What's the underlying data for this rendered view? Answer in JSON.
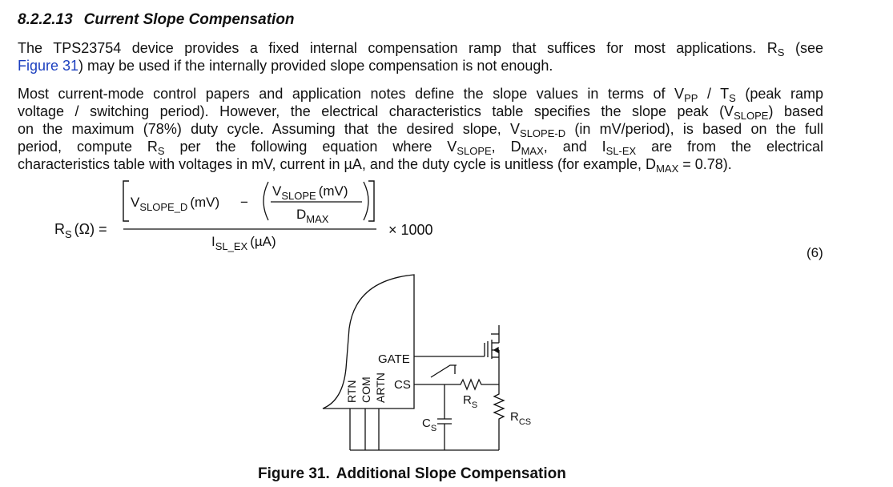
{
  "section": {
    "number": "8.2.2.13",
    "title": "Current Slope Compensation"
  },
  "paragraph1": {
    "line1_a": "The TPS23754 device provides a fixed internal compensation ramp that suffices for most applications. R",
    "line1_sub": "S",
    "line1_b": " (see",
    "line2_link": "Figure 31",
    "line2_b": ") may be used if the internally provided slope compensation is not enough."
  },
  "paragraph2": {
    "l1_a": "Most current-mode control papers and application notes define the slope values in terms of V",
    "l1_sub1": "PP",
    "l1_b": " / T",
    "l1_sub2": "S",
    "l1_c": " (peak ramp",
    "l2_a": "voltage / switching period). However, the electrical characteristics table specifies the slope peak (V",
    "l2_sub": "SLOPE",
    "l2_b": ") based",
    "l3_a": "on the maximum (78%) duty cycle. Assuming that the desired slope, V",
    "l3_sub": "SLOPE-D",
    "l3_b": " (in mV/period), is based on the full",
    "l4_a": "period, compute R",
    "l4_sub1": "S",
    "l4_b": " per the following equation where V",
    "l4_sub2": "SLOPE",
    "l4_c": ", D",
    "l4_sub3": "MAX",
    "l4_d": ", and I",
    "l4_sub4": "SL-EX",
    "l4_e": " are from the electrical",
    "l5_a": "characteristics table with voltages in mV, current in µA, and the duty cycle is unitless (for example, D",
    "l5_sub": "MAX",
    "l5_b": " = 0.78)."
  },
  "equation": {
    "lhs_main": "R",
    "lhs_sub": "S",
    "lhs_unit": "(Ω) =",
    "v_slope_d": "V",
    "v_slope_d_sub": "SLOPE_D",
    "v_slope_d_unit": "(mV)",
    "minus": "−",
    "v_slope": "V",
    "v_slope_sub": "SLOPE",
    "v_slope_unit": "(mV)",
    "d_max": "D",
    "d_max_sub": "MAX",
    "i_sl_ex": "I",
    "i_sl_ex_sub": "SL_EX",
    "i_sl_ex_unit": "(µA)",
    "multiplier": "× 1000",
    "number": "(6)"
  },
  "figure": {
    "pin_gate": "GATE",
    "pin_cs": "CS",
    "pin_rtn": "RTN",
    "pin_com": "COM",
    "pin_artn": "ARTN",
    "rs_main": "R",
    "rs_sub": "S",
    "rcs_main": "R",
    "rcs_sub": "CS",
    "cs_main": "C",
    "cs_sub": "S",
    "caption_number": "Figure 31.",
    "caption_title": "Additional Slope Compensation"
  }
}
